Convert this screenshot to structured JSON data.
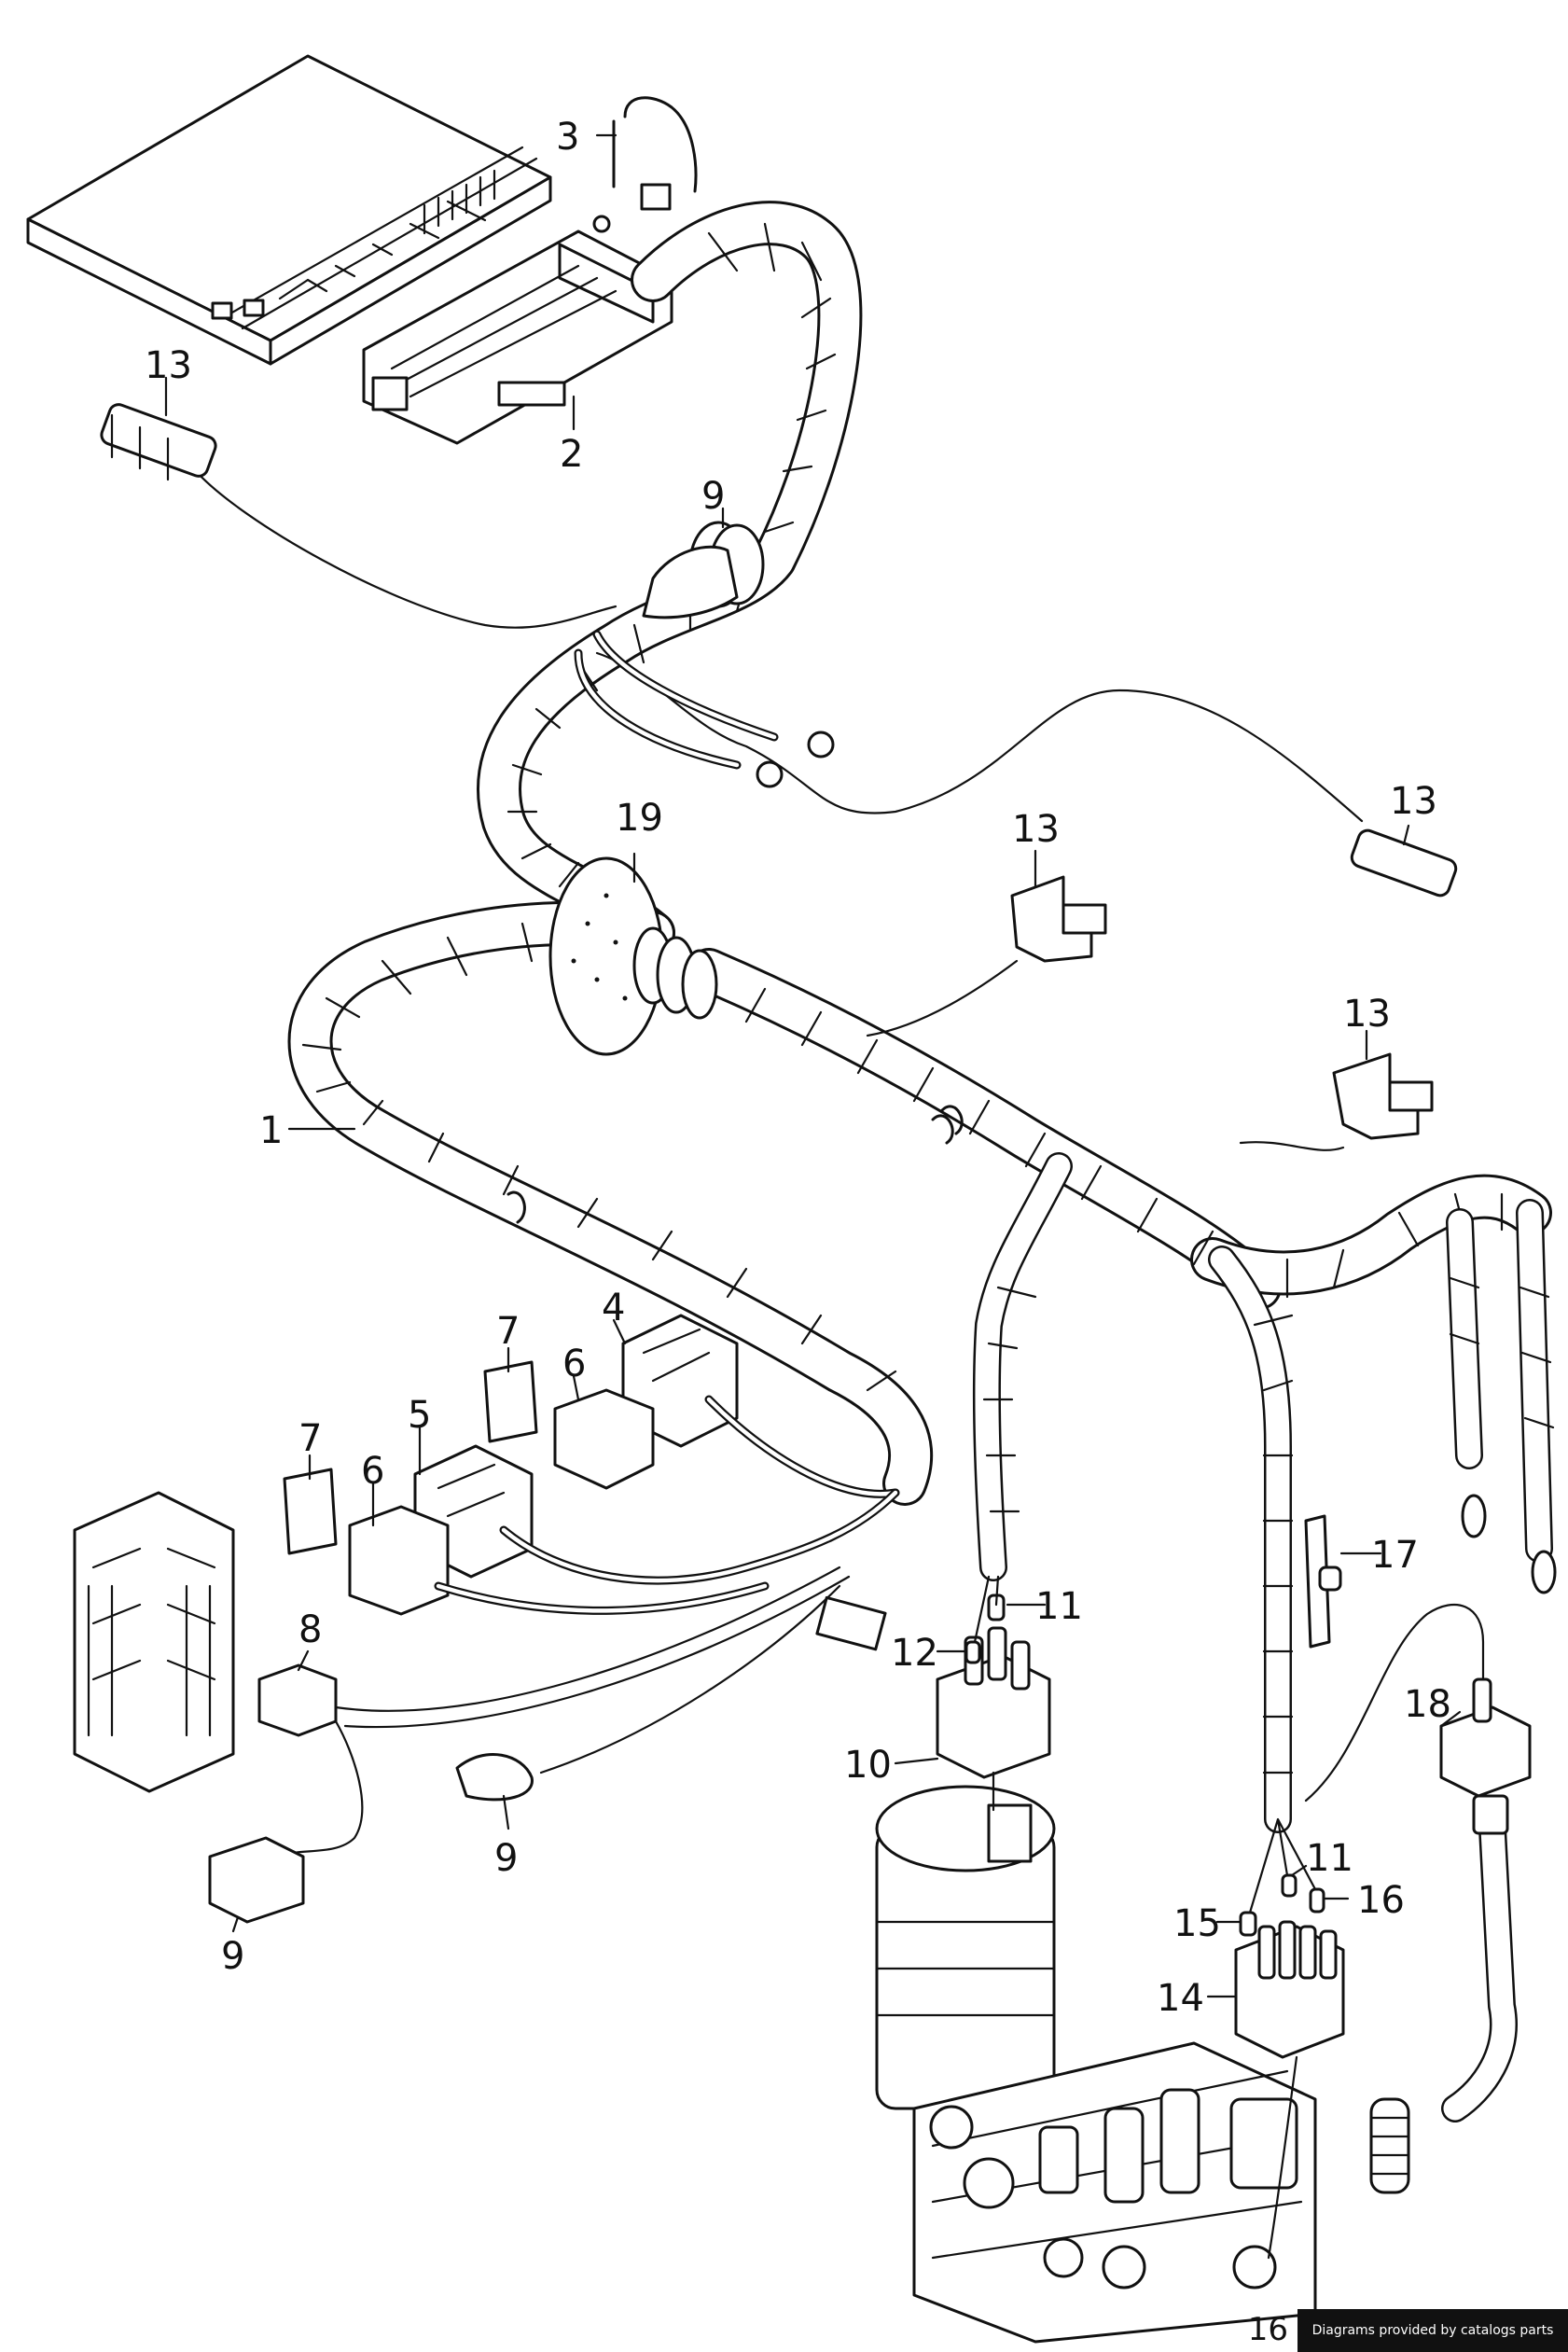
{
  "diagram": {
    "callouts": [
      {
        "id": "c1",
        "label": "1"
      },
      {
        "id": "c2",
        "label": "2"
      },
      {
        "id": "c3",
        "label": "3"
      },
      {
        "id": "c4",
        "label": "4"
      },
      {
        "id": "c5",
        "label": "5"
      },
      {
        "id": "c6a",
        "label": "6"
      },
      {
        "id": "c6b",
        "label": "6"
      },
      {
        "id": "c7a",
        "label": "7"
      },
      {
        "id": "c7b",
        "label": "7"
      },
      {
        "id": "c8",
        "label": "8"
      },
      {
        "id": "c9a",
        "label": "9"
      },
      {
        "id": "c9b",
        "label": "9"
      },
      {
        "id": "c9c",
        "label": "9"
      },
      {
        "id": "c10",
        "label": "10"
      },
      {
        "id": "c11a",
        "label": "11"
      },
      {
        "id": "c11b",
        "label": "11"
      },
      {
        "id": "c12",
        "label": "12"
      },
      {
        "id": "c13a",
        "label": "13"
      },
      {
        "id": "c13b",
        "label": "13"
      },
      {
        "id": "c13c",
        "label": "13"
      },
      {
        "id": "c13d",
        "label": "13"
      },
      {
        "id": "c14",
        "label": "14"
      },
      {
        "id": "c15",
        "label": "15"
      },
      {
        "id": "c16",
        "label": "16"
      },
      {
        "id": "c17",
        "label": "17"
      },
      {
        "id": "c18",
        "label": "18"
      },
      {
        "id": "c19",
        "label": "19"
      }
    ],
    "page_number": "16"
  },
  "footer": {
    "credit": "Diagrams provided by catalogs parts"
  }
}
